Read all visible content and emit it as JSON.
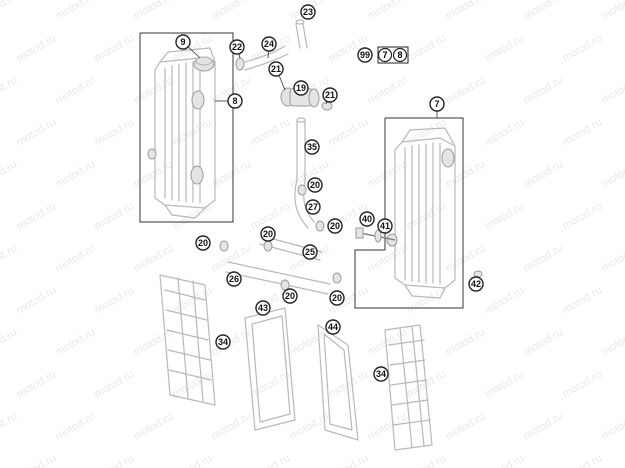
{
  "watermark": "motod.ru",
  "callouts": [
    {
      "id": "c9",
      "label": "9"
    },
    {
      "id": "c8",
      "label": "8"
    },
    {
      "id": "c22",
      "label": "22"
    },
    {
      "id": "c24",
      "label": "24"
    },
    {
      "id": "c23",
      "label": "23"
    },
    {
      "id": "c21a",
      "label": "21"
    },
    {
      "id": "c19",
      "label": "19"
    },
    {
      "id": "c21b",
      "label": "21"
    },
    {
      "id": "c35",
      "label": "35"
    },
    {
      "id": "c20a",
      "label": "20"
    },
    {
      "id": "c27",
      "label": "27"
    },
    {
      "id": "c20b",
      "label": "20"
    },
    {
      "id": "c20c",
      "label": "20"
    },
    {
      "id": "c25",
      "label": "25"
    },
    {
      "id": "c20d",
      "label": "20"
    },
    {
      "id": "c26",
      "label": "26"
    },
    {
      "id": "c20e",
      "label": "20"
    },
    {
      "id": "c20f",
      "label": "20"
    },
    {
      "id": "c7",
      "label": "7"
    },
    {
      "id": "c40",
      "label": "40"
    },
    {
      "id": "c41",
      "label": "41"
    },
    {
      "id": "c42",
      "label": "42"
    },
    {
      "id": "c43",
      "label": "43"
    },
    {
      "id": "c44",
      "label": "44"
    },
    {
      "id": "c34a",
      "label": "34"
    },
    {
      "id": "c34b",
      "label": "34"
    }
  ],
  "kit": {
    "prefix": "99",
    "items": [
      "7",
      "8"
    ]
  }
}
